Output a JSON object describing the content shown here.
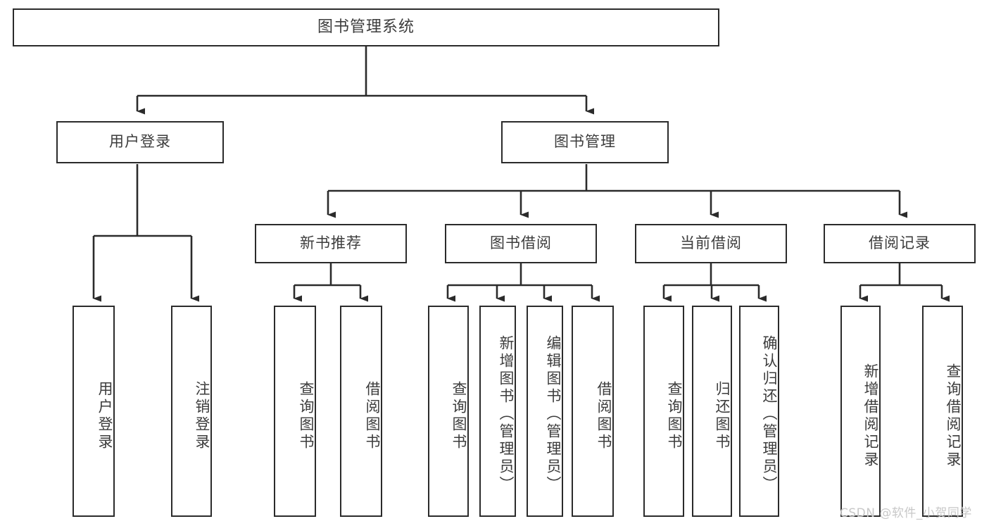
{
  "diagram": {
    "type": "tree-hierarchy",
    "title": "图书管理系统",
    "watermark": "CSDN @软件_小贺同学",
    "colors": {
      "box_border": "#2b2b2b",
      "box_fill": "#ffffff",
      "text": "#3c3c3c",
      "connector": "#2b2b2b",
      "background": "#ffffff",
      "watermark": "#c8c8c8"
    },
    "levels": {
      "level0": [
        {
          "id": "root",
          "label": "图书管理系统"
        }
      ],
      "level1": [
        {
          "id": "user-login",
          "label": "用户登录"
        },
        {
          "id": "book-manage",
          "label": "图书管理"
        }
      ],
      "level2": [
        {
          "id": "new-book-rec",
          "label": "新书推荐",
          "parent": "book-manage"
        },
        {
          "id": "book-borrow",
          "label": "图书借阅",
          "parent": "book-manage"
        },
        {
          "id": "current-borrow",
          "label": "当前借阅",
          "parent": "book-manage"
        },
        {
          "id": "borrow-record",
          "label": "借阅记录",
          "parent": "book-manage"
        }
      ],
      "level3": [
        {
          "id": "leaf-1",
          "label": "用户登录",
          "parent": "user-login"
        },
        {
          "id": "leaf-2",
          "label": "注销登录",
          "parent": "user-login"
        },
        {
          "id": "leaf-3",
          "label": "查询图书",
          "parent": "new-book-rec"
        },
        {
          "id": "leaf-4",
          "label": "借阅图书",
          "parent": "new-book-rec"
        },
        {
          "id": "leaf-5",
          "label": "查询图书",
          "parent": "book-borrow"
        },
        {
          "id": "leaf-6",
          "label": "新增图书（管理员）",
          "parent": "book-borrow"
        },
        {
          "id": "leaf-7",
          "label": "编辑图书（管理员）",
          "parent": "book-borrow"
        },
        {
          "id": "leaf-8",
          "label": "借阅图书",
          "parent": "book-borrow"
        },
        {
          "id": "leaf-9",
          "label": "查询图书",
          "parent": "current-borrow"
        },
        {
          "id": "leaf-10",
          "label": "归还图书",
          "parent": "current-borrow"
        },
        {
          "id": "leaf-11",
          "label": "确认归还（管理员）",
          "parent": "current-borrow"
        },
        {
          "id": "leaf-12",
          "label": "新增借阅记录",
          "parent": "borrow-record"
        },
        {
          "id": "leaf-13",
          "label": "查询借阅记录",
          "parent": "borrow-record"
        }
      ]
    }
  }
}
